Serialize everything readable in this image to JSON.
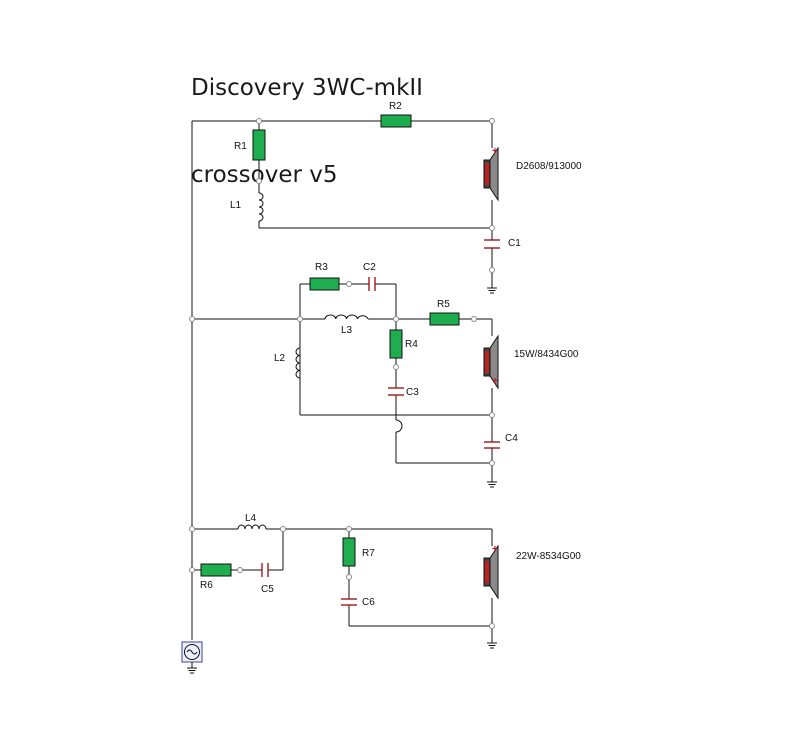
{
  "title": {
    "line1": "Discovery 3WC-mkII",
    "line2": "crossover v5"
  },
  "components": {
    "R1": "R1",
    "R2": "R2",
    "L1": "L1",
    "C1": "C1",
    "R3": "R3",
    "C2": "C2",
    "L3": "L3",
    "R5": "R5",
    "R4": "R4",
    "L2": "L2",
    "C3": "C3",
    "C4": "C4",
    "L4": "L4",
    "R6": "R6",
    "C5": "C5",
    "R7": "R7",
    "C6": "C6"
  },
  "speakers": {
    "tweeter": "D2608/913000",
    "mid": "15W/8434G00",
    "woofer": "22W-8534G00"
  },
  "polarity": "+",
  "colors": {
    "resistor": "#1fae4f",
    "capacitor": "#a0181c",
    "wire": "#111111"
  },
  "icons": {
    "source": "ac-source-icon",
    "ground": "ground-icon"
  }
}
